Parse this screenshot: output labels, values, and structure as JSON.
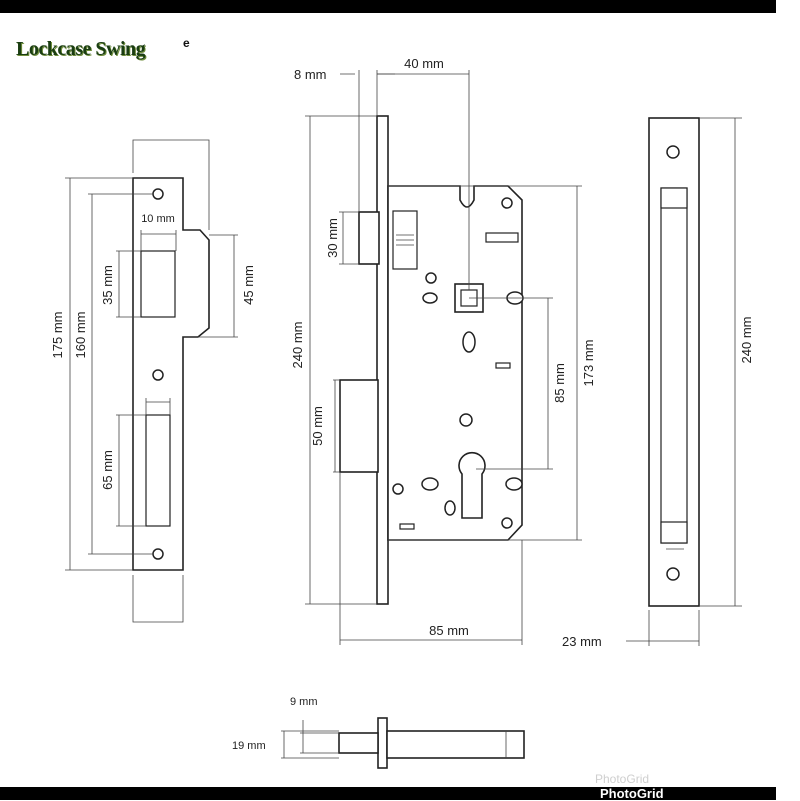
{
  "title": "Lockcase Swing",
  "title_mark": "e",
  "watermark": {
    "ghost": "PhotoGrid",
    "label": "PhotoGrid"
  },
  "strike_plate": {
    "height": "175 mm",
    "hole_spacing": "160 mm",
    "latch_slot_height": "35 mm",
    "latch_slot_width": "10 mm",
    "lip_height": "45 mm",
    "bolt_slot_height": "65 mm"
  },
  "lock_body": {
    "backset": "40 mm",
    "faceplate_thickness": "8 mm",
    "faceplate_height": "240 mm",
    "latch_height": "30 mm",
    "deadbolt_height": "50 mm",
    "body_height": "173 mm",
    "centre_distance": "85 mm",
    "depth": "85 mm"
  },
  "faceplate": {
    "height": "240 mm",
    "width": "23 mm"
  },
  "bolt": {
    "inner": "9 mm",
    "outer": "19 mm"
  },
  "colors": {
    "line": "#222222",
    "band": "#000000",
    "title": "#1a3d12"
  }
}
